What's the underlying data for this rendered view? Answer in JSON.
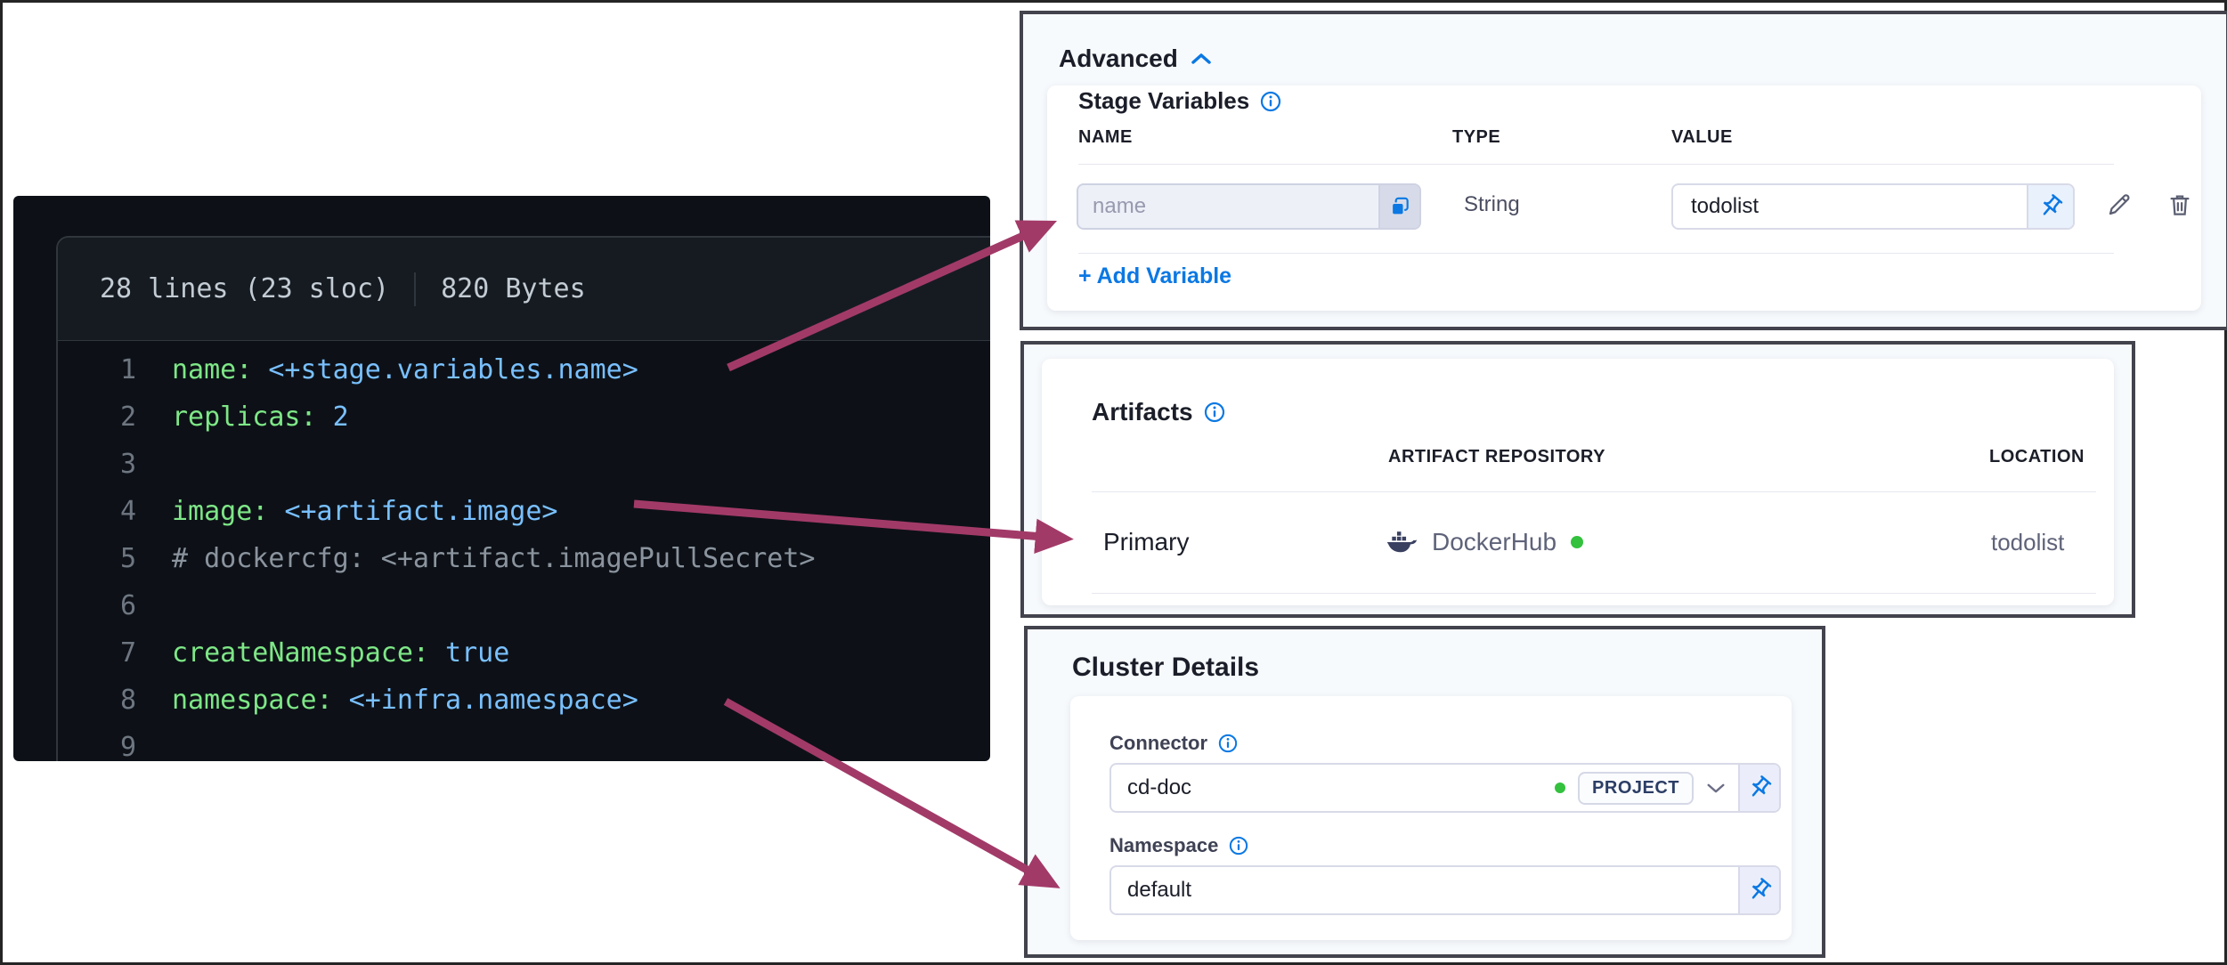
{
  "colors": {
    "arrow": "#a23a68",
    "accent_blue": "#0b78e3",
    "status_green": "#33c13e",
    "code_key_green": "#7ee787",
    "code_value_blue": "#79c0ff",
    "code_comment_gray": "#8b949e",
    "panel_bg": "#f7fafd",
    "code_bg": "#0d1117"
  },
  "code": {
    "stats_lines": "28 lines (23 sloc)",
    "stats_size": "820 Bytes",
    "lines": [
      {
        "num": "1",
        "key": "name:",
        "sep": " ",
        "value": "<+stage.variables.name>"
      },
      {
        "num": "2",
        "key": "replicas:",
        "sep": " ",
        "value": "2"
      },
      {
        "num": "3"
      },
      {
        "num": "4",
        "key": "image:",
        "sep": " ",
        "value": "<+artifact.image>"
      },
      {
        "num": "5",
        "comment": "# dockercfg: <+artifact.imagePullSecret>"
      },
      {
        "num": "6"
      },
      {
        "num": "7",
        "key": "createNamespace:",
        "sep": " ",
        "value": "true"
      },
      {
        "num": "8",
        "key": "namespace:",
        "sep": " ",
        "value": "<+infra.namespace>"
      },
      {
        "num": "9"
      }
    ]
  },
  "advanced": {
    "title": "Advanced",
    "stage_variables_title": "Stage Variables",
    "columns": {
      "name": "NAME",
      "type": "TYPE",
      "value": "VALUE"
    },
    "row": {
      "name_placeholder": "name",
      "type": "String",
      "value": "todolist"
    },
    "add_variable": "+ Add Variable"
  },
  "artifacts": {
    "title": "Artifacts",
    "columns": {
      "repository": "ARTIFACT REPOSITORY",
      "location": "LOCATION"
    },
    "row": {
      "label": "Primary",
      "repository": "DockerHub",
      "location": "todolist"
    }
  },
  "cluster": {
    "title": "Cluster Details",
    "connector_label": "Connector",
    "connector_value": "cd-doc",
    "connector_scope": "PROJECT",
    "namespace_label": "Namespace",
    "namespace_value": "default"
  }
}
